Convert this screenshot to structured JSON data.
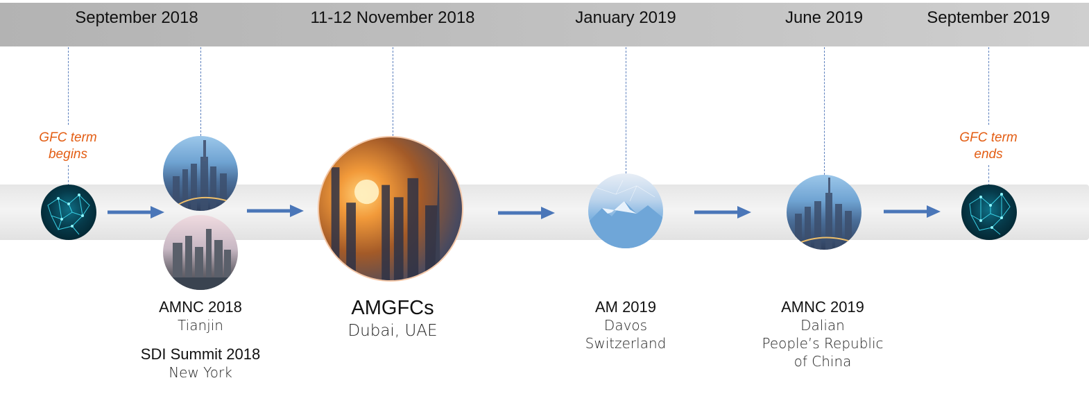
{
  "header": {
    "dates": [
      "September 2018",
      "11-12 November 2018",
      "January 2019",
      "June 2019",
      "September 2019"
    ]
  },
  "terms": {
    "begin_line1": "GFC term",
    "begin_line2": "begins",
    "end_line1": "GFC term",
    "end_line2": "ends"
  },
  "events": {
    "amnc2018": {
      "title": "AMNC 2018",
      "place": "Tianjin"
    },
    "sdi2018": {
      "title": "SDI Summit 2018",
      "place": "New York"
    },
    "amgfcs": {
      "title": "AMGFCs",
      "place": "Dubai, UAE"
    },
    "am2019": {
      "title": "AM 2019",
      "line1": "Davos",
      "line2": "Switzerland"
    },
    "amnc2019": {
      "title": "AMNC 2019",
      "line1": "Dalian",
      "line2": "People’s Republic",
      "line3": "of China"
    }
  },
  "colors": {
    "term_text": "#e35d13",
    "arrow": "#4a76b8",
    "dashed_line": "#5b7fbd"
  },
  "icons": {
    "term_markers": "network-globe-icon",
    "arrows": "right-arrow-icon"
  }
}
